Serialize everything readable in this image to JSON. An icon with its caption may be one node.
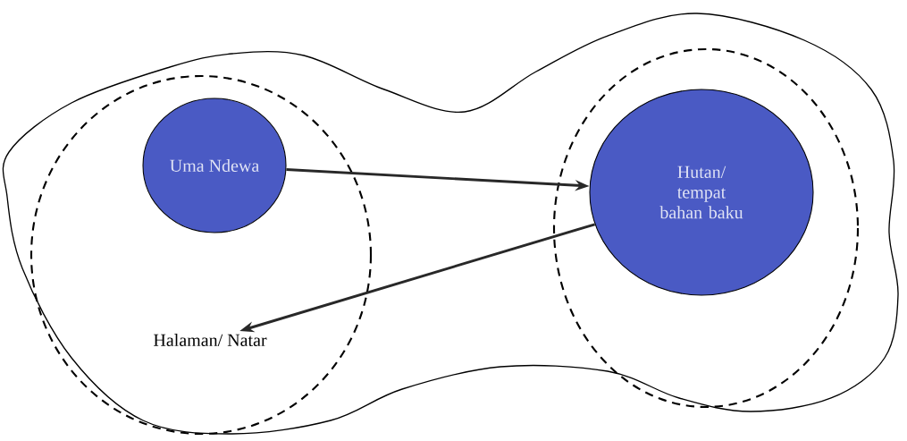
{
  "diagram": {
    "nodes": [
      {
        "text": [
          "Uma Ndewa"
        ]
      },
      {
        "text": [
          "Hutan/ tempat bahan baku"
        ]
      },
      {
        "text": [
          "Halaman/ Natar"
        ]
      }
    ],
    "edges": [
      {
        "from": 0,
        "to": 1,
        "arrow": "to"
      },
      {
        "from": 1,
        "to": 2,
        "arrow": "to"
      }
    ]
  }
}
